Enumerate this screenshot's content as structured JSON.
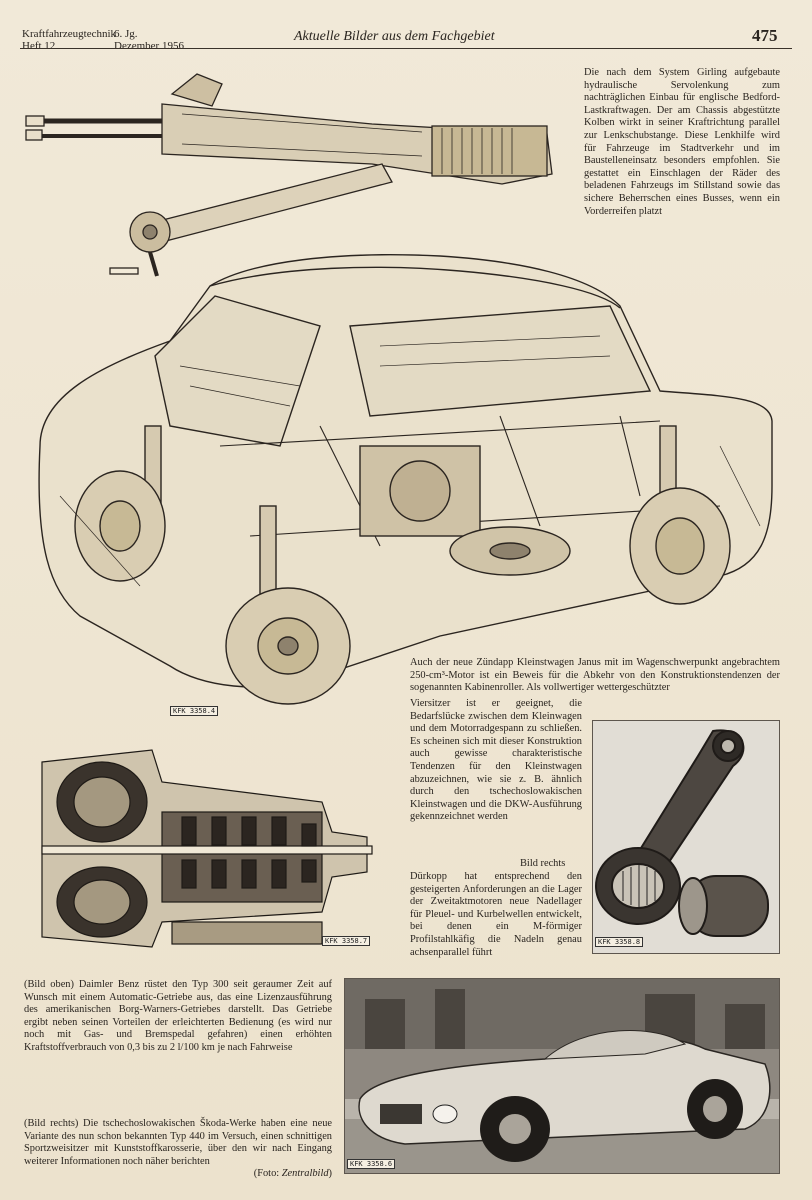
{
  "header": {
    "journal": "Kraftfahrzeugtechnik",
    "volume": "6. Jg.",
    "issue": "Heft 12",
    "date": "Dezember 1956",
    "section_title": "Aktuelle Bilder aus dem Fachgebiet",
    "page_number": "475"
  },
  "captions": {
    "girling": "Die nach dem System Girling aufgebaute hydraulische Servolenkung zum nachträglichen Einbau für englische Bedford-Lastkraftwagen. Der am Chassis abgestützte Kolben wirkt in seiner Kraftrichtung parallel zur Lenkschubstange. Diese Lenkhilfe wird für Fahrzeuge im Stadtverkehr und im Baustelleneinsatz besonders empfohlen. Sie gestattet ein Einschlagen der Räder des beladenen Fahrzeugs im Stillstand sowie das sichere Beherrschen eines Busses, wenn ein Vorderreifen platzt",
    "janus_intro": "Auch der neue Zündapp Kleinstwagen Janus mit im Wagenschwerpunkt angebrachtem 250-cm³-Motor ist ein Beweis für die Abkehr von den Konstruktionstendenzen der sogenannten Kabinenroller. Als vollwertiger wettergeschützter",
    "janus_cont": "Viersitzer ist er geeignet, die Bedarfslücke zwischen dem Kleinwagen und dem Motorradgespann zu schließen. Es scheinen sich mit dieser Konstruktion auch gewisse charakteristische Tendenzen für den Kleinstwagen abzuzeichnen, wie sie z. B. ähnlich durch den tschechoslowakischen Kleinstwagen und die DKW-Ausführung gekennzeichnet werden",
    "duerkopp_title": "Bild rechts",
    "duerkopp": "Dürkopp hat entsprechend den gesteigerten Anforderungen an die Lager der Zweitaktmotoren neue Nadellager für Pleuel- und Kurbelwellen entwickelt, bei denen ein M-förmiger Profilstahlkäfig die Nadeln genau achsenparallel führt",
    "daimler": "(Bild oben) Daimler Benz rüstet den Typ 300 seit geraumer Zeit auf Wunsch mit einem Automatic-Getriebe aus, das eine Lizenzausführung des amerikanischen Borg-Warners-Getriebes darstellt. Das Getriebe ergibt neben seinen Vorteilen der erleichterten Bedienung (es wird nur noch mit Gas- und Bremspedal gefahren) einen erhöhten Kraftstoffverbrauch von 0,3 bis zu 2 l/100 km je nach Fahrweise",
    "skoda": "(Bild rechts) Die tschechoslowakischen Škoda-Werke haben eine neue Variante des nun schon bekannten Typ 440 im Versuch, einen schnittigen Sportzweisitzer mit Kunststoffkarosserie, über den wir nach Eingang weiterer Informationen noch näher berichten",
    "credit_prefix": "(Foto: ",
    "credit_source": "Zentralbild",
    "credit_suffix": ")"
  },
  "figure_labels": {
    "car": "KFK 3358.4",
    "gearbox": "KFK 3358.7",
    "bearing": "KFK 3358.8",
    "sportscar": "KFK 3358.6"
  }
}
